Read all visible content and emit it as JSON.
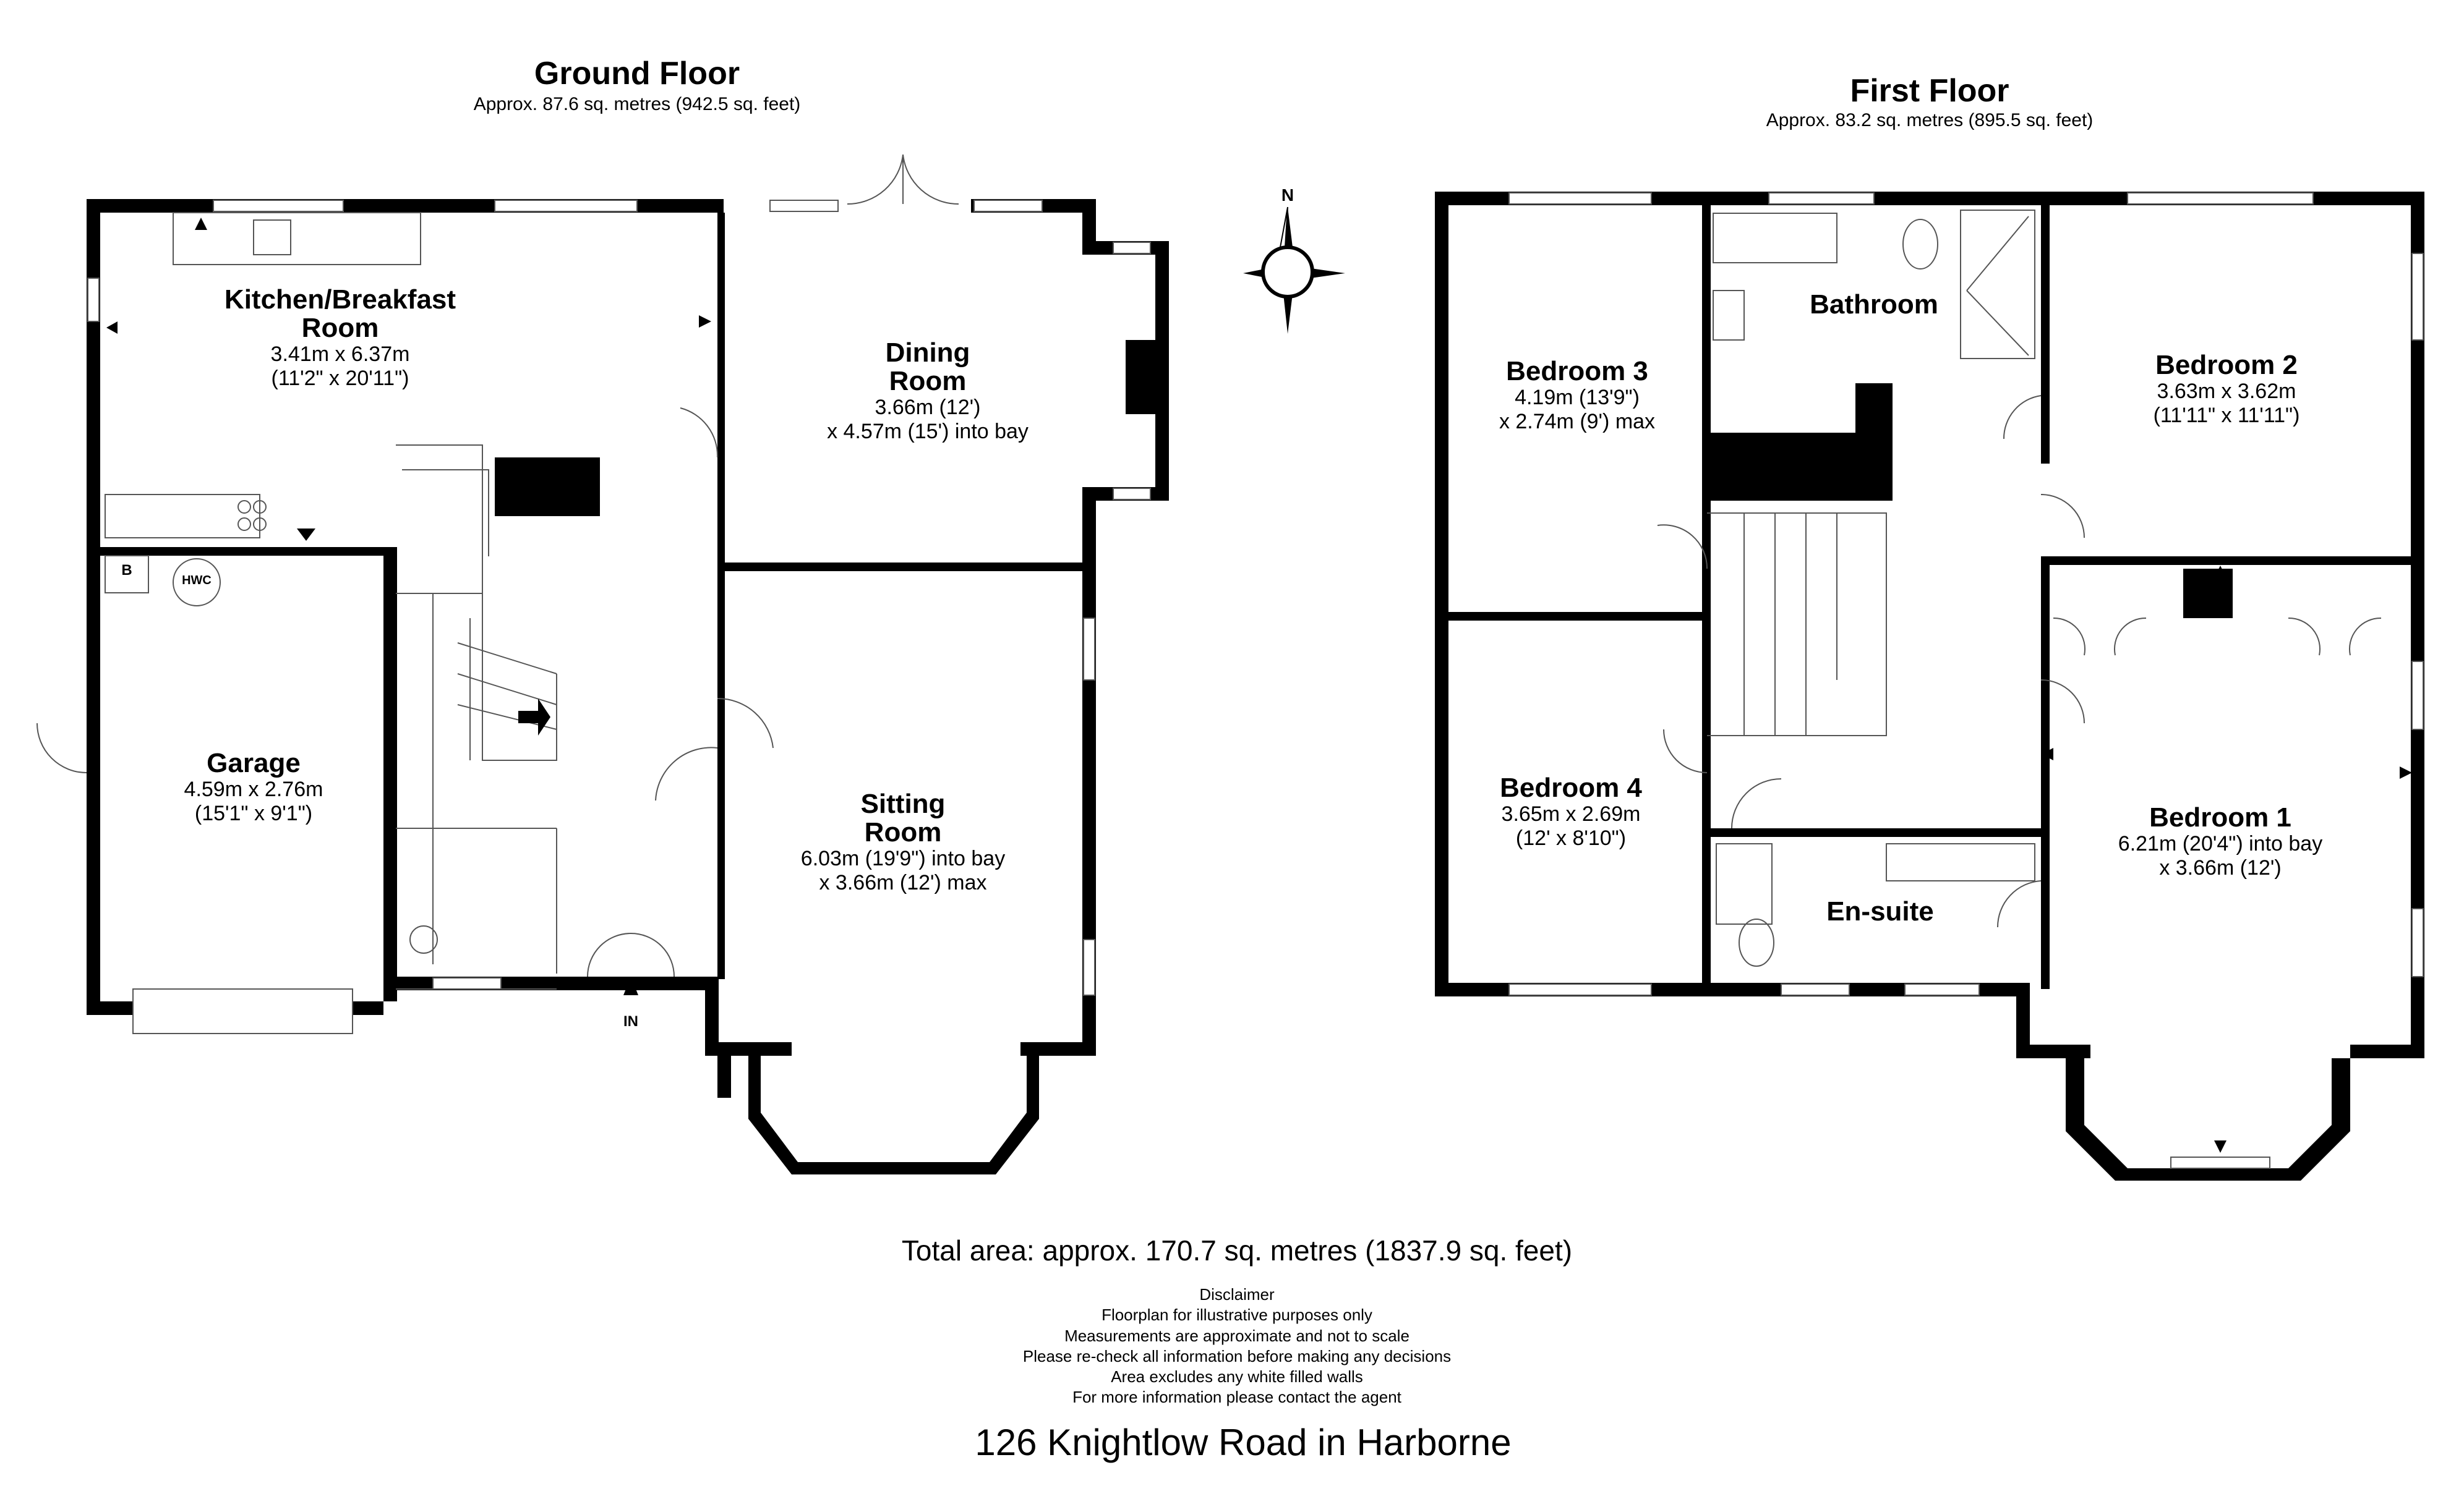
{
  "ground_floor": {
    "title": "Ground Floor",
    "area": "Approx. 87.6 sq. metres (942.5 sq. feet)",
    "rooms": [
      {
        "name": "Kitchen/Breakfast Room",
        "line1": "Kitchen/Breakfast",
        "line2": "Room",
        "dim1": "3.41m x 6.37m",
        "dim2": "(11'2\" x 20'11\")"
      },
      {
        "name": "Dining Room",
        "line1": "Dining",
        "line2": "Room",
        "dim1": "3.66m (12')",
        "dim2": "x 4.57m (15') into bay"
      },
      {
        "name": "Garage",
        "line1": "Garage",
        "dim1": "4.59m x 2.76m",
        "dim2": "(15'1\" x 9'1\")"
      },
      {
        "name": "Sitting Room",
        "line1": "Sitting",
        "line2": "Room",
        "dim1": "6.03m (19'9\") into bay",
        "dim2": "x 3.66m (12') max"
      }
    ],
    "fixtures": {
      "boiler": "B",
      "hot_water_cylinder": "HWC",
      "entrance": "IN"
    }
  },
  "first_floor": {
    "title": "First Floor",
    "area": "Approx. 83.2 sq. metres (895.5 sq. feet)",
    "rooms": [
      {
        "name": "Bedroom 3",
        "dim1": "4.19m (13'9\")",
        "dim2": "x 2.74m (9') max"
      },
      {
        "name": "Bathroom"
      },
      {
        "name": "Bedroom 2",
        "dim1": "3.63m x 3.62m",
        "dim2": "(11'11\" x 11'11\")"
      },
      {
        "name": "Bedroom 4",
        "dim1": "3.65m x 2.69m",
        "dim2": "(12' x 8'10\")"
      },
      {
        "name": "En-suite"
      },
      {
        "name": "Bedroom 1",
        "dim1": "6.21m (20'4\") into bay",
        "dim2": "x 3.66m (12')"
      }
    ]
  },
  "compass": {
    "north_label": "N",
    "icon": "compass-rose-icon"
  },
  "total_area": "Total area: approx. 170.7 sq. metres (1837.9 sq. feet)",
  "disclaimer": [
    "Disclaimer",
    "Floorplan for illustrative purposes only",
    "Measurements are approximate and not to scale",
    "Please re-check all information before making any decisions",
    "Area excludes any white filled walls",
    "For more information please contact the agent"
  ],
  "address": "126 Knightlow Road in Harborne",
  "colors": {
    "wall": "#000000",
    "background": "#ffffff",
    "fixture_line": "#555555"
  }
}
